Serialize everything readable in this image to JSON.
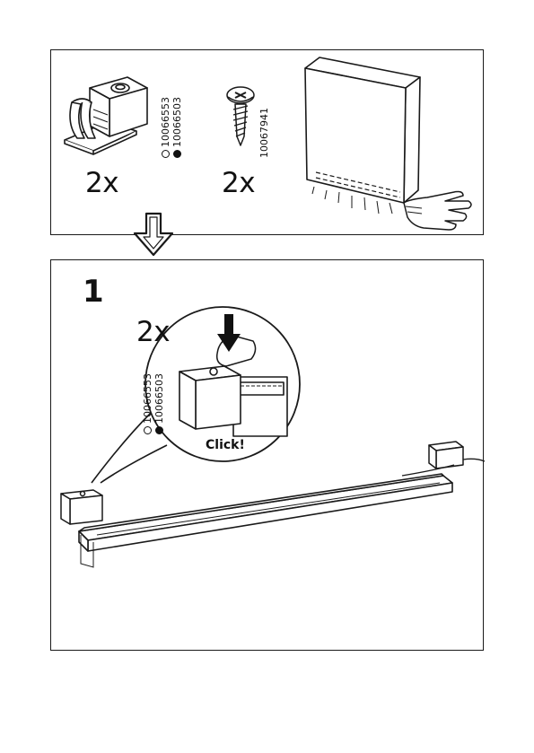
{
  "parts": {
    "clip": {
      "quantity": "2x",
      "part_numbers": [
        "10066553",
        "10066503"
      ]
    },
    "screw": {
      "quantity": "2x",
      "part_numbers": [
        "10067941"
      ]
    }
  },
  "step": {
    "number": "1",
    "detail": {
      "quantity": "2x",
      "part_numbers": [
        "10066553",
        "10066503"
      ],
      "click_label": "Click!"
    }
  },
  "colors": {
    "line": "#1a1a1a",
    "background": "#ffffff"
  },
  "icons": [
    "clip-icon",
    "screw-icon",
    "cabinet-icon",
    "pointing-hand-icon",
    "down-arrow-icon",
    "press-arrow-icon",
    "light-rail-icon"
  ]
}
